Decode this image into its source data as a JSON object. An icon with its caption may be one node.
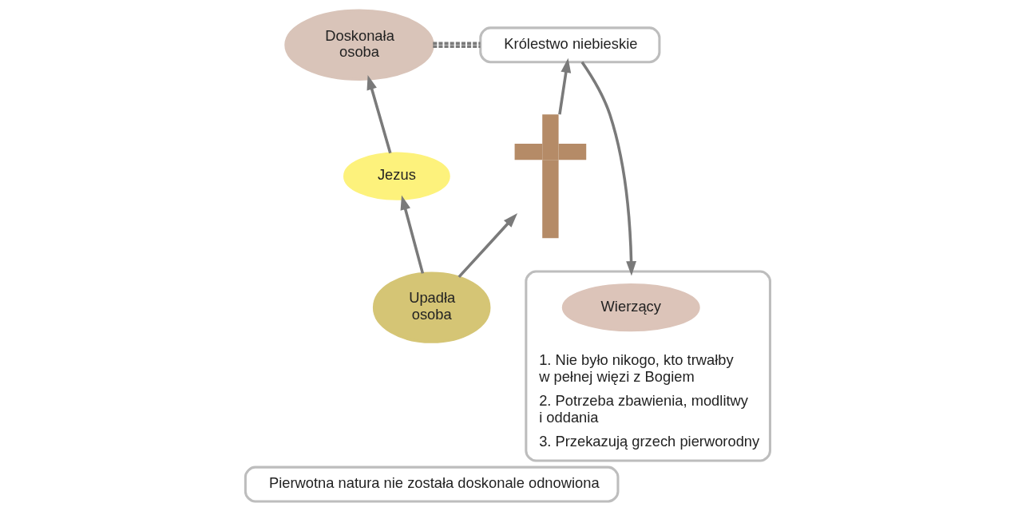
{
  "diagram": {
    "nodes": [
      {
        "text": [
          "Doskonała osoba"
        ]
      },
      {
        "text": [
          "Jezus"
        ]
      },
      {
        "text": [
          "Upadła osoba"
        ]
      },
      {
        "text": [],
        "shape": "cross"
      },
      {
        "text": [
          "Królestwo niebieskie"
        ]
      },
      {
        "text": [
          "1. Nie było nikogo, kto trwałby w pełnej więzi z Bogiem",
          "2. Potrzeba zbawienia, modlitwy i oddania",
          "3. Przekazują grzech pierworodny"
        ]
      },
      {
        "text": [
          "Wierzący"
        ],
        "in": 5
      },
      {
        "text": [
          "Pierwotna natura nie została doskonale odnowiona"
        ]
      }
    ],
    "edges": [
      {
        "from": 0,
        "to": 4,
        "arrow": "none",
        "style": "dashed"
      },
      {
        "from": 1,
        "to": 0,
        "arrow": "to"
      },
      {
        "from": 3,
        "to": 4,
        "arrow": "to"
      },
      {
        "from": 4,
        "to": 5,
        "arrow": "to"
      },
      {
        "from": 2,
        "to": 1,
        "arrow": "to"
      },
      {
        "from": 2,
        "to": 3,
        "arrow": "to"
      }
    ]
  }
}
